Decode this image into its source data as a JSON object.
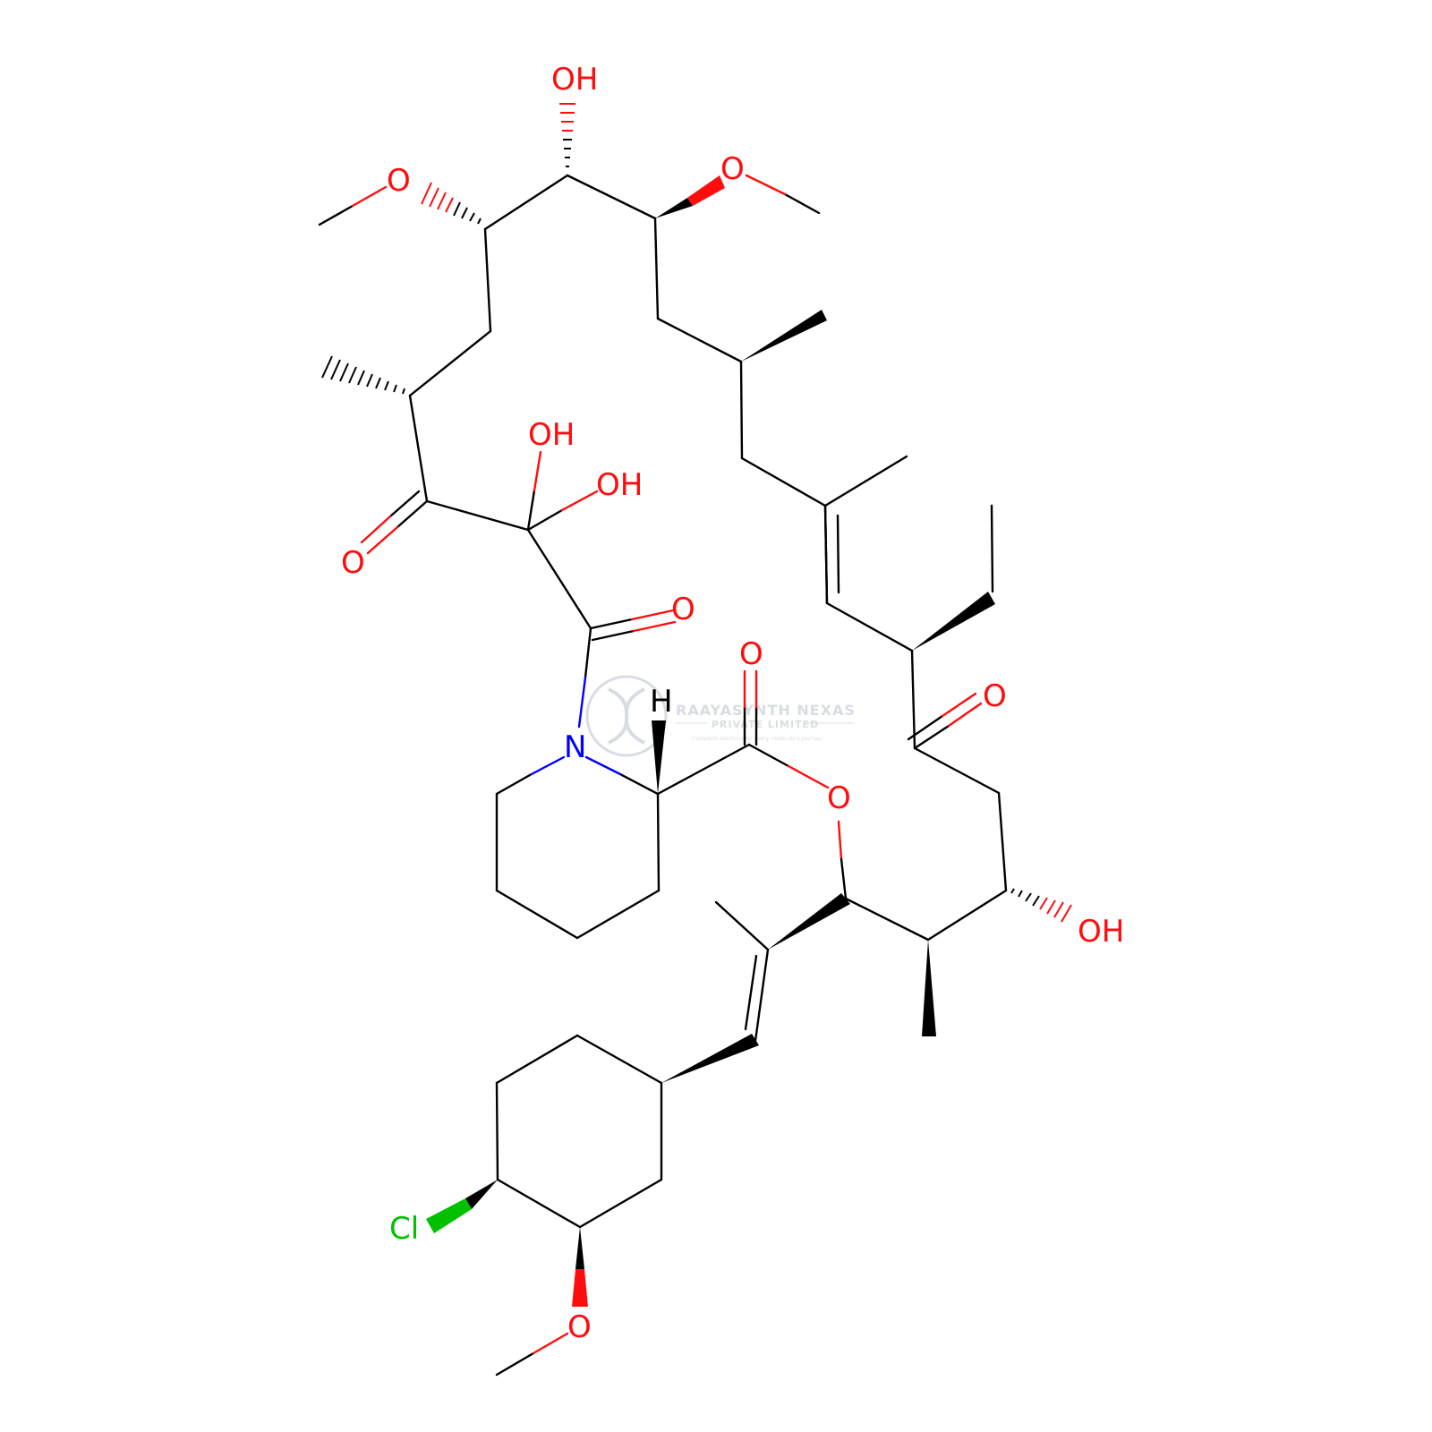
{
  "colors": {
    "background": "#ffffff",
    "bond": "#000000",
    "oxygen": "#ff0d0d",
    "nitrogen": "#0000ff",
    "chlorine": "#00c000",
    "watermark": "#d8dde3"
  },
  "watermark": {
    "title": "RAAYASYNTH NEXAS",
    "subtitle": "PRIVATE LIMITED",
    "tagline": "Complete solutions for every molecule's journey"
  },
  "atom_labels": {
    "oh_top": "OH",
    "o_methoxy_left": "O",
    "o_methoxy_right": "O",
    "oh_gem_1": "OH",
    "oh_gem_2": "OH",
    "o_ketone_left": "O",
    "o_amide": "O",
    "o_ester_carbonyl": "O",
    "h_stereo": "H",
    "n_ring": "N",
    "o_ketone_right": "O",
    "o_ester": "O",
    "oh_right": "OH",
    "cl": "Cl",
    "o_methoxy_bottom": "O"
  }
}
